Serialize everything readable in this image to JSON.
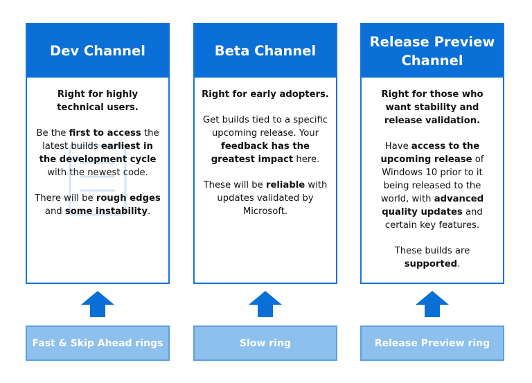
{
  "colors": {
    "header_blue": "#0a6fd6",
    "card_border": "#1a73d9",
    "arrow_blue": "#0a6fd6",
    "ring_fill": "#8ec0ee",
    "ring_border": "#5a9fe0"
  },
  "channels": [
    {
      "title": "Dev Channel",
      "intro": "Right for highly technical users.",
      "p1": [
        {
          "t": "Be the ",
          "b": false
        },
        {
          "t": "first to access",
          "b": true
        },
        {
          "t": " the latest builds ",
          "b": false
        },
        {
          "t": "earliest in the development cycle",
          "b": true
        },
        {
          "t": " with the newest code.",
          "b": false
        }
      ],
      "p2": [
        {
          "t": "There will be ",
          "b": false
        },
        {
          "t": "rough edges",
          "b": true
        },
        {
          "t": " and ",
          "b": false
        },
        {
          "t": "some instability",
          "b": true
        },
        {
          "t": ".",
          "b": false
        }
      ],
      "ring": "Fast & Skip Ahead rings"
    },
    {
      "title": "Beta Channel",
      "intro": "Right for early adopters.",
      "p1": [
        {
          "t": "Get builds tied to a specific upcoming release. Your ",
          "b": false
        },
        {
          "t": "feedback has the greatest impact",
          "b": true
        },
        {
          "t": " here.",
          "b": false
        }
      ],
      "p2": [
        {
          "t": "These will be ",
          "b": false
        },
        {
          "t": "reliable",
          "b": true
        },
        {
          "t": " with updates validated by Microsoft.",
          "b": false
        }
      ],
      "ring": "Slow ring"
    },
    {
      "title": "Release Preview Channel",
      "intro": "Right for those who want stability and release validation.",
      "p1": [
        {
          "t": "Have ",
          "b": false
        },
        {
          "t": "access to the upcoming release",
          "b": true
        },
        {
          "t": " of Windows 10 prior to it being released to the world, with ",
          "b": false
        },
        {
          "t": "advanced quality updates",
          "b": true
        },
        {
          "t": " and certain key features.",
          "b": false
        }
      ],
      "p2": [
        {
          "t": "These builds are ",
          "b": false
        },
        {
          "t": "supported",
          "b": true
        },
        {
          "t": ".",
          "b": false
        }
      ],
      "ring": "Release Preview ring"
    }
  ]
}
